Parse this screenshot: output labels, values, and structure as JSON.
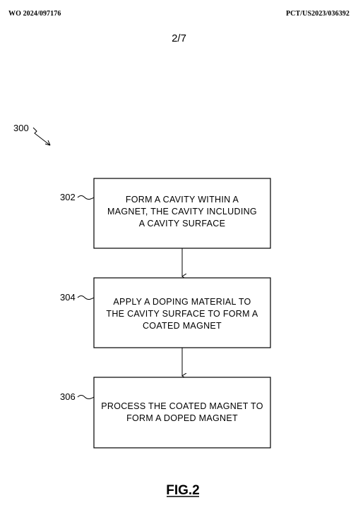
{
  "header": {
    "publication_number": "WO 2024/097176",
    "application_number": "PCT/US2023/036392"
  },
  "sheet_number": "2/7",
  "diagram": {
    "reference": "300",
    "steps": [
      {
        "ref": "302",
        "lines": [
          "FORM A CAVITY WITHIN A",
          "MAGNET, THE CAVITY INCLUDING",
          "A CAVITY SURFACE"
        ]
      },
      {
        "ref": "304",
        "lines": [
          "APPLY A DOPING MATERIAL TO",
          "THE CAVITY SURFACE TO FORM A",
          "COATED MAGNET"
        ]
      },
      {
        "ref": "306",
        "lines": [
          "PROCESS THE COATED MAGNET TO",
          "FORM A DOPED MAGNET"
        ]
      }
    ]
  },
  "figure_label": "FIG.2"
}
